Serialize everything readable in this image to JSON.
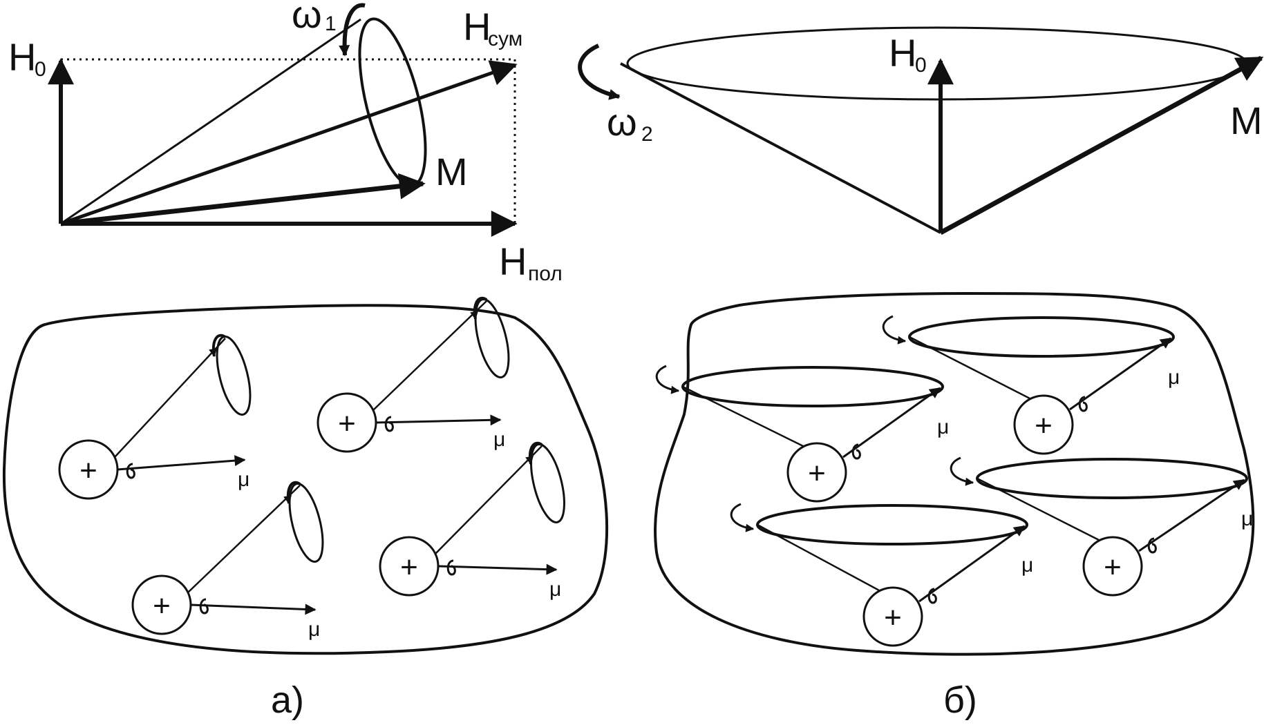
{
  "top_left": {
    "h0": "H",
    "h0_sub": "0",
    "omega": "ω",
    "omega_sub": "1",
    "hsum": "H",
    "hsum_sub": "сум",
    "m": "M",
    "hpol": "H",
    "hpol_sub": "пол"
  },
  "top_right": {
    "h0": "H",
    "h0_sub": "0",
    "omega": "ω",
    "omega_sub": "2",
    "m": "M"
  },
  "bottom_left": {
    "caption": "а)",
    "mu": "μ",
    "plus": "+"
  },
  "bottom_right": {
    "caption": "б)",
    "mu": "μ",
    "plus": "+"
  }
}
